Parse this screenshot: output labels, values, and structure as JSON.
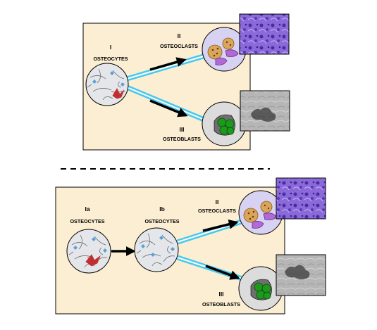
{
  "colors": {
    "panel_fill": "#fbeed2",
    "osteoclast_bg": "#d8d2f2",
    "osteoblast_bg": "#dcdcdc",
    "channel": "#47c8ef",
    "osteocyte_cell": "#c03030",
    "osteoclast_cell": "#d9a55a",
    "osteoblast_cell": "#1c9a1c",
    "stain_violet": "#6a48c6"
  },
  "panel_top": {
    "osteocytes_num": "I",
    "osteocytes_label": "OSTEOCYTES",
    "osteoclasts_num": "II",
    "osteoclasts_label": "OSTEOCLASTS",
    "osteoblasts_num": "III",
    "osteoblasts_label": "OSTEOBLASTS"
  },
  "panel_bottom": {
    "osteocytes_a_num": "Ia",
    "osteocytes_a_label": "OSTEOCYTES",
    "osteocytes_b_num": "Ib",
    "osteocytes_b_label": "OSTEOCYTES",
    "osteoclasts_num": "II",
    "osteoclasts_label": "OSTEOCLASTS",
    "osteoblasts_num": "III",
    "osteoblasts_label": "OSTEOBLASTS"
  },
  "icons": [
    "osteocyte-network-icon",
    "osteoclast-icon",
    "osteoblast-icon",
    "microscopy-image"
  ]
}
